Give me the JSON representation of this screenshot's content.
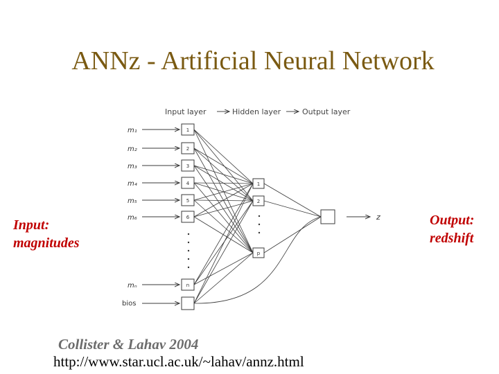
{
  "title": "ANNz - Artificial Neural Network",
  "input_label": [
    "Input:",
    "magnitudes"
  ],
  "output_label": [
    "Output:",
    "redshift"
  ],
  "credit": "Collister & Lahav 2004",
  "url": "http://www.star.ucl.ac.uk/~lahav/annz.html",
  "diagram": {
    "header": {
      "input": "Input layer",
      "hidden": "Hidden layer",
      "output": "Output layer"
    },
    "input_vars": [
      "m₁",
      "m₂",
      "m₃",
      "m₄",
      "m₅",
      "m₆",
      "mₙ"
    ],
    "bias_label": "bios",
    "input_nodes": [
      "1",
      "2",
      "3",
      "4",
      "5",
      "6",
      "n"
    ],
    "hidden_nodes": [
      "1",
      "2",
      "p"
    ],
    "output_var": "z"
  },
  "colors": {
    "title": "#7a5a12",
    "side_labels": "#c00000",
    "credit": "#6c6c6c",
    "diagram_lines": "#3a3a3a"
  }
}
